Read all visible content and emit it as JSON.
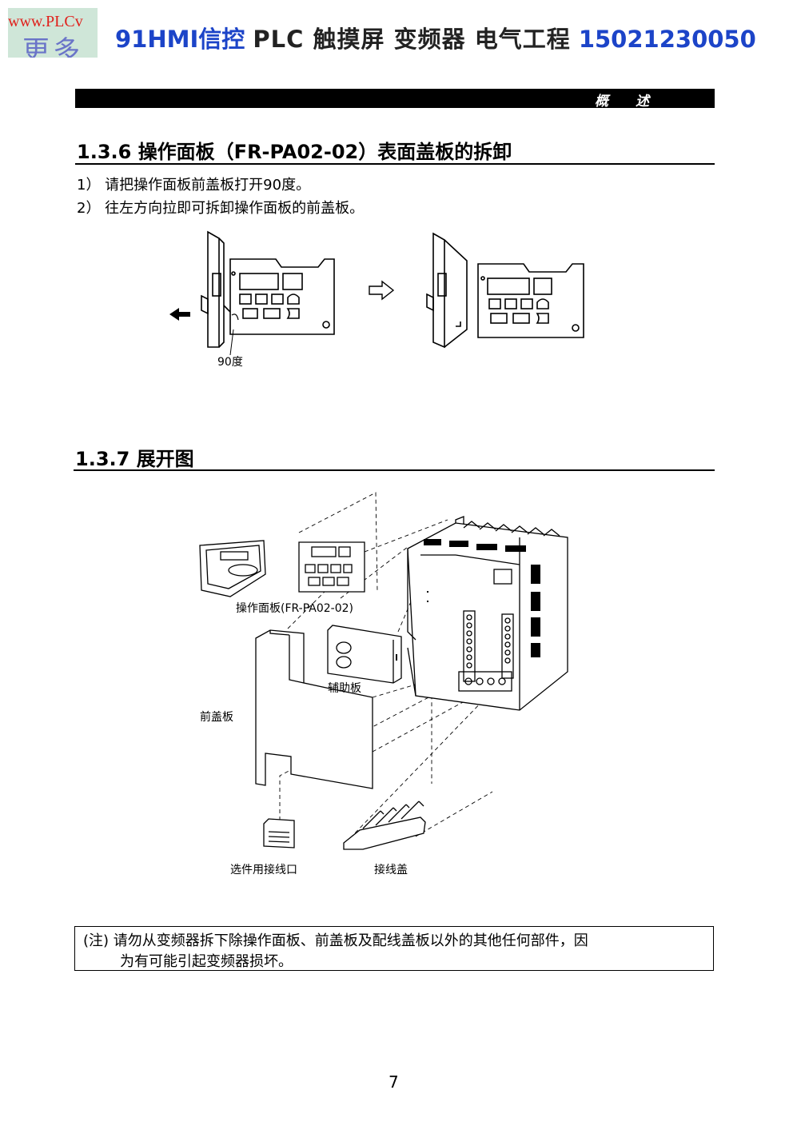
{
  "header": {
    "logo_url": "www.PLCv",
    "logo_chars": "更多资",
    "brand_91": "91",
    "brand_hmi": "HMI",
    "brand_cn": "信控",
    "brand_rest": "PLC 触摸屏 变频器 电气工程",
    "brand_phone": "15021230050",
    "section_label": "概述"
  },
  "section136": {
    "title": "1.3.6  操作面板（FR-PA02-02）表面盖板的拆卸",
    "steps": [
      "1） 请把操作面板前盖板打开90度。",
      "2） 往左方向拉即可拆卸操作面板的前盖板。"
    ],
    "angle_label": "90度"
  },
  "section137": {
    "title": "1.3.7   展开图",
    "labels": {
      "operation_panel": "操作面板(FR-PA02-02)",
      "aux_board": "辅助板",
      "front_cover": "前盖板",
      "option_port": "选件用接线口",
      "wiring_cover": "接线盖"
    }
  },
  "note": {
    "line1": "(注) 请勿从变频器拆下除操作面板、前盖板及配线盖板以外的其他任何部件，因",
    "line2": "为有可能引起变频器损坏。"
  },
  "page_number": "7"
}
